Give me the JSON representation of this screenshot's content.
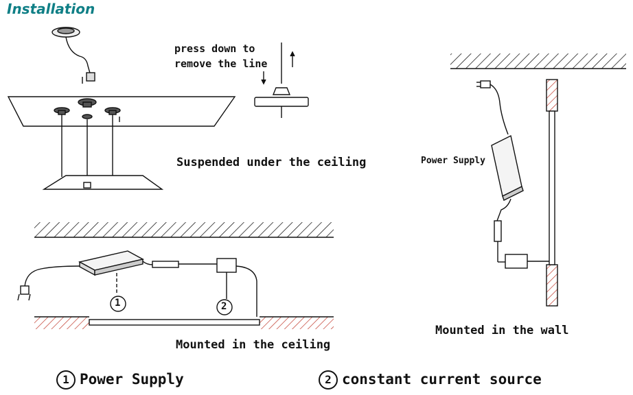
{
  "title": "Installation",
  "labels": {
    "press_down": "press down to",
    "remove_line": "remove the line",
    "suspended": "Suspended under the ceiling",
    "power_supply": "Power Supply",
    "mounted_ceiling": "Mounted in the ceiling",
    "mounted_wall": "Mounted in the wall",
    "marker_1": "1",
    "marker_2": "2"
  },
  "legend": {
    "item1_num": "1",
    "item1_text": "Power Supply",
    "item2_num": "2",
    "item2_text": "constant current source"
  },
  "colors": {
    "title": "#0f7f86",
    "hatch_red": "#c0392b",
    "line": "#111111"
  }
}
